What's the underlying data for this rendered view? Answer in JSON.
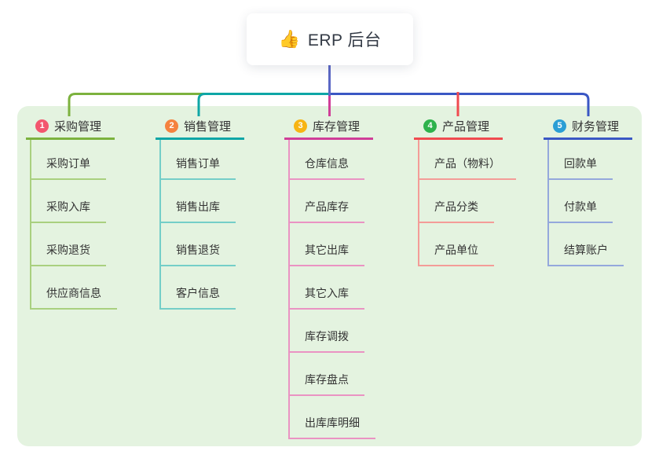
{
  "root": {
    "icon": "👍",
    "title": "ERP 后台"
  },
  "canvas": {
    "panel_bg": "#e4f3e0",
    "root_connector_color": "#5c68c5"
  },
  "branches": [
    {
      "num": "1",
      "label": "采购管理",
      "badge_color": "#f3566e",
      "line_color": "#7cb23e",
      "child_line_color": "#a9d07f",
      "children": [
        "采购订单",
        "采购入库",
        "采购退货",
        "供应商信息"
      ]
    },
    {
      "num": "2",
      "label": "销售管理",
      "badge_color": "#f5823f",
      "line_color": "#0ea6a6",
      "child_line_color": "#74cec8",
      "children": [
        "销售订单",
        "销售出库",
        "销售退货",
        "客户信息"
      ]
    },
    {
      "num": "3",
      "label": "库存管理",
      "badge_color": "#f7b413",
      "line_color": "#d03e98",
      "child_line_color": "#ea93c3",
      "children": [
        "仓库信息",
        "产品库存",
        "其它出库",
        "其它入库",
        "库存调拨",
        "库存盘点",
        "出库库明细"
      ]
    },
    {
      "num": "4",
      "label": "产品管理",
      "badge_color": "#2eb24c",
      "line_color": "#f04b50",
      "child_line_color": "#f49c98",
      "children": [
        "产品（物料）",
        "产品分类",
        "产品单位"
      ]
    },
    {
      "num": "5",
      "label": "财务管理",
      "badge_color": "#2a9ed5",
      "line_color": "#3a57c4",
      "child_line_color": "#94a8dc",
      "children": [
        "回款单",
        "付款单",
        "结算账户"
      ]
    }
  ]
}
